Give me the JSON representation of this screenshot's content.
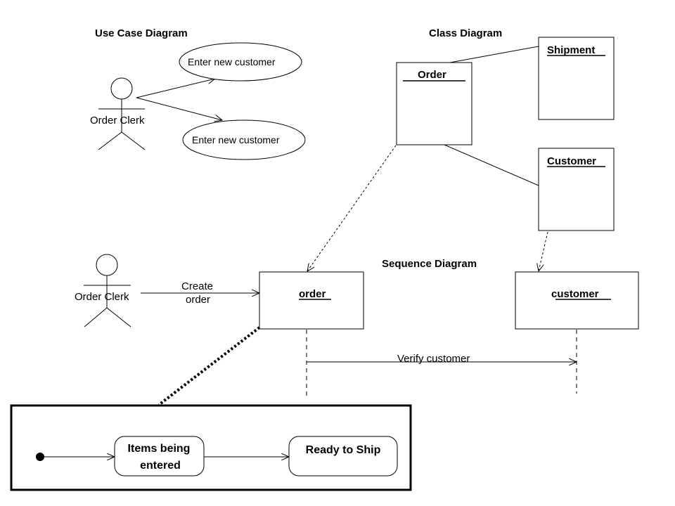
{
  "titles": {
    "use_case": "Use Case Diagram",
    "class": "Class Diagram",
    "sequence": "Sequence Diagram"
  },
  "use_case": {
    "actor": "Order Clerk",
    "case_1": "Enter new customer",
    "case_2": "Enter new customer"
  },
  "class": {
    "order": "Order",
    "shipment": "Shipment",
    "customer": "Customer"
  },
  "sequence": {
    "actor": "Order Clerk",
    "message_1_line1": "Create",
    "message_1_line2": "order",
    "object_order": "order",
    "object_customer": "customer",
    "message_2": "Verify customer"
  },
  "state": {
    "state_1_line1": "Items being",
    "state_1_line2": "entered",
    "state_2": "Ready to Ship"
  },
  "colors": {
    "ink": "#000000",
    "background": "#ffffff"
  }
}
